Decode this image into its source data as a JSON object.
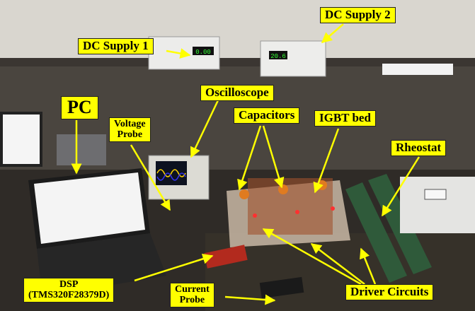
{
  "labels": {
    "dc_supply_1": "DC Supply 1",
    "dc_supply_2": "DC Supply 2",
    "oscilloscope": "Oscilloscope",
    "pc": "PC",
    "voltage_probe_line1": "Voltage",
    "voltage_probe_line2": "Probe",
    "capacitors": "Capacitors",
    "igbt_bed": "IGBT bed",
    "rheostat": "Rheostat",
    "dsp_line1": "DSP",
    "dsp_line2": "(TMS320F28379D)",
    "current_probe_line1": "Current",
    "current_probe_line2": "Probe",
    "driver_circuits": "Driver Circuits"
  },
  "device_readouts": {
    "supply1_display": "0.00",
    "supply2_display": "20.6"
  },
  "colors": {
    "label_background": "#ffff00",
    "arrow": "#ffff00"
  }
}
